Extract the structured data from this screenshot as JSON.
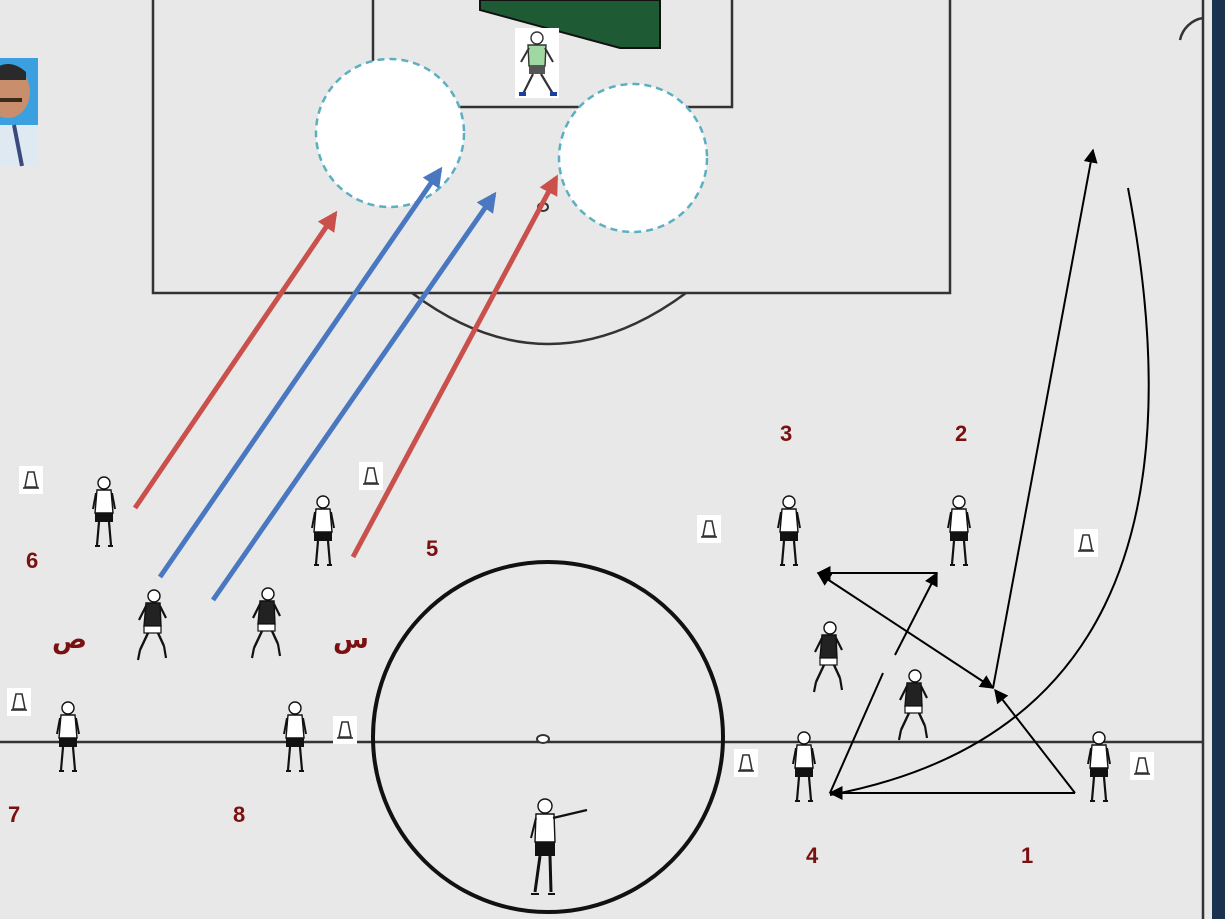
{
  "players": {
    "n1": "1",
    "n2": "2",
    "n3": "3",
    "n4": "4",
    "n5": "5",
    "n6": "6",
    "n7": "7",
    "n8": "8",
    "sad": "ص",
    "sin": "س"
  },
  "colors": {
    "field": "#e8e8e8",
    "lines": "#333333",
    "frame": "#1a3150",
    "goal": "#1e5b34",
    "red_arrow": "#c9504b",
    "blue_arrow": "#4a78c0",
    "target_ring": "#5ab0c0",
    "label": "#7a1010"
  },
  "icons": [
    "cone-icon",
    "player-icon",
    "goalkeeper-icon",
    "referee-icon",
    "coach-photo-icon"
  ]
}
